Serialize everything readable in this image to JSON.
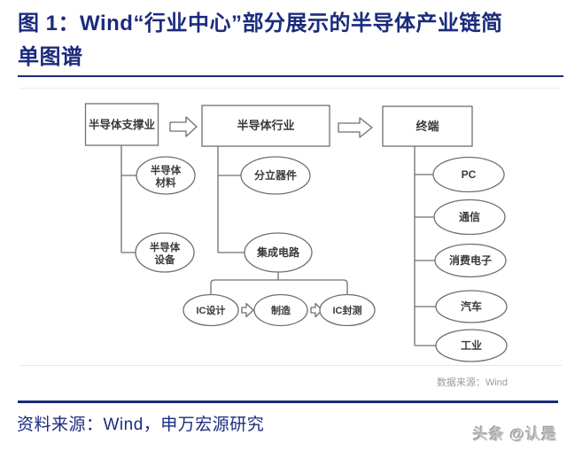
{
  "header": {
    "title_line1": "图 1：Wind“行业中心”部分展示的半导体产业链简",
    "title_line2": "单图谱"
  },
  "diagram": {
    "boxes": {
      "support": "半导体支撑业",
      "industry": "半导体行业",
      "terminal": "终端"
    },
    "ellipses": {
      "materials_line1": "半导体",
      "materials_line2": "材料",
      "equipment_line1": "半导体",
      "equipment_line2": "设备",
      "discrete": "分立器件",
      "ic": "集成电路",
      "ic_design": "IC设计",
      "manufacturing": "制造",
      "ic_packaging_testing": "IC封测",
      "pc": "PC",
      "telecom": "通信",
      "consumer_electronics": "消费电子",
      "automotive": "汽车",
      "industrial": "工业"
    },
    "source_note": "数据来源：Wind"
  },
  "footer": {
    "source": "资料来源：Wind，申万宏源研究",
    "watermark": "头条 @认是"
  },
  "colors": {
    "accent_navy": "#1b2b7d",
    "diagram_line": "#6f6f6f"
  }
}
